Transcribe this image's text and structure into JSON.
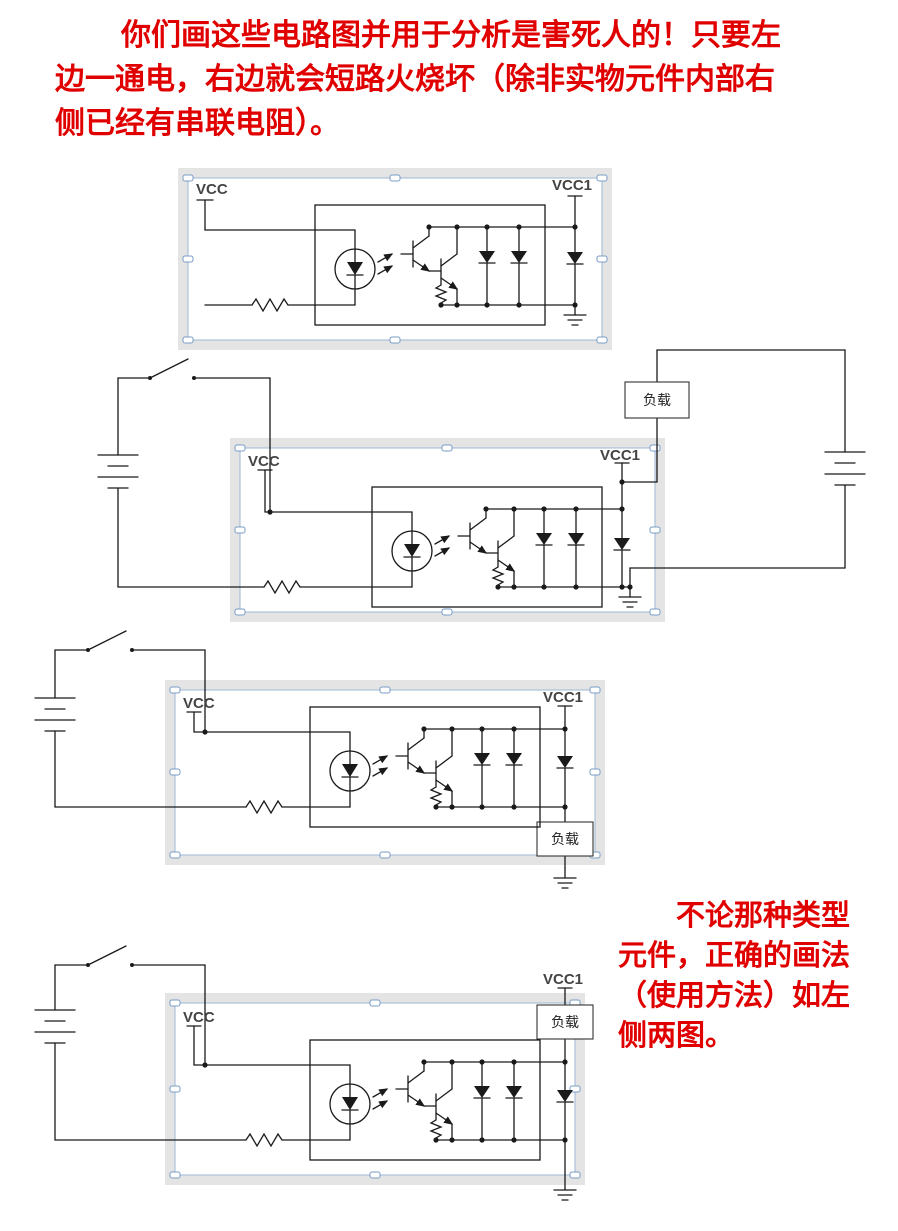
{
  "annotations": {
    "top_warning": "你们画这些电路图并用于分析是害死人的！只要左边一通电，右边就会短路火烧坏（除非实物元件内部右侧已经有串联电阻）。",
    "side_note": "不论那种类型元件，正确的画法（使用方法）如左侧两图。",
    "text_color": "#e00000"
  },
  "circuits": [
    {
      "id": "circuit-1",
      "vcc": "VCC",
      "vcc1": "VCC1"
    },
    {
      "id": "circuit-2",
      "vcc": "VCC",
      "vcc1": "VCC1",
      "load": "负载"
    },
    {
      "id": "circuit-3",
      "vcc": "VCC",
      "vcc1": "VCC1",
      "load": "负载"
    },
    {
      "id": "circuit-4",
      "vcc": "VCC",
      "vcc1": "VCC1",
      "load": "负载"
    }
  ],
  "colors": {
    "wire": "#1a1a1a",
    "selection_outline": "#9db9d6",
    "selection_halo": "#e4e4e4",
    "label_text": "#444444",
    "annotation_red": "#e00000"
  }
}
